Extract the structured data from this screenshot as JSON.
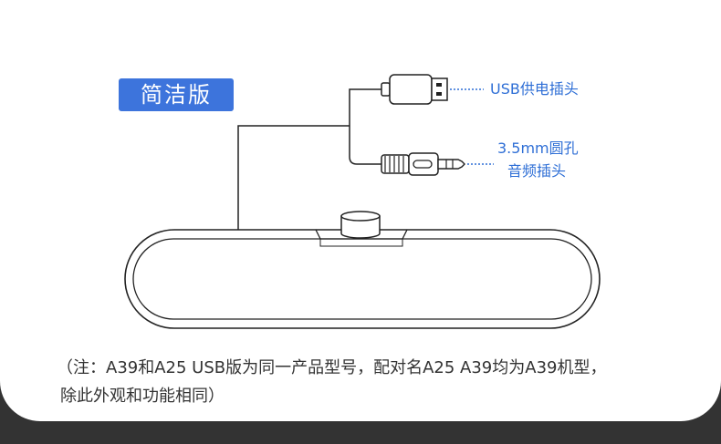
{
  "badge": {
    "label": "简洁版"
  },
  "callouts": {
    "usb": "USB供电插头",
    "jack_line1": "3.5mm圆孔",
    "jack_line2": "音频插头"
  },
  "note": {
    "line1": "（注：A39和A25 USB版为同一产品型号，配对名A25 A39均为A39机型，",
    "line2": "除此外观和功能相同）"
  },
  "colors": {
    "accent": "#3d74dc",
    "label": "#2f6fd6",
    "line": "#222222",
    "background": "#ffffff"
  }
}
